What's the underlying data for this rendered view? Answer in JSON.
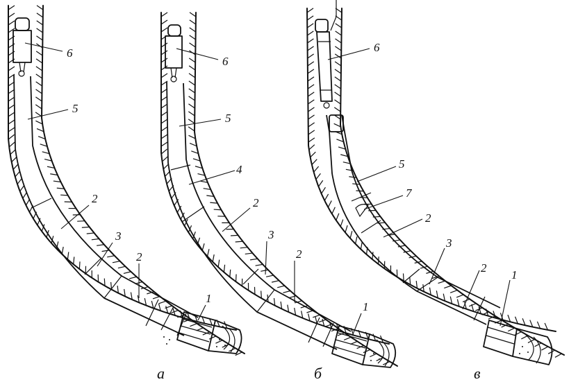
{
  "variants": [
    {
      "caption": "а",
      "labels": [
        "6",
        "5",
        "2",
        "3",
        "2",
        "1"
      ]
    },
    {
      "caption": "б",
      "labels": [
        "6",
        "5",
        "4",
        "2",
        "3",
        "2",
        "1"
      ]
    },
    {
      "caption": "в",
      "labels": [
        "6",
        "5",
        "7",
        "2",
        "3",
        "2",
        "1"
      ]
    }
  ],
  "colors": {
    "ink": "#111111",
    "paper": "#ffffff"
  }
}
